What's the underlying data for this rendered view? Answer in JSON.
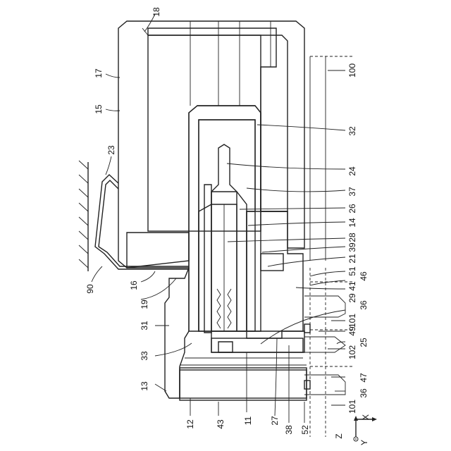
{
  "labels": {
    "n18": "18",
    "n17": "17",
    "n15": "15",
    "n23": "23",
    "n90": "90",
    "n16": "16",
    "n19": "19",
    "n31": "31",
    "n33": "33",
    "n13": "13",
    "n12": "12",
    "n43": "43",
    "n11": "11",
    "n27": "27",
    "n38": "38",
    "n52": "52",
    "n100": "100",
    "n32": "32",
    "n24": "24",
    "n37": "37",
    "n26": "26",
    "n14": "14",
    "n28": "28",
    "n39": "39",
    "n21": "21",
    "n51": "51",
    "n46": "46",
    "n41": "41",
    "n29": "29",
    "n36a": "36",
    "n101a": "101",
    "n49": "49",
    "n25": "25",
    "n102": "102",
    "n47": "47",
    "n36b": "36",
    "n101b": "101"
  },
  "axes": {
    "z": "Z",
    "y": "Y",
    "x": "X"
  }
}
